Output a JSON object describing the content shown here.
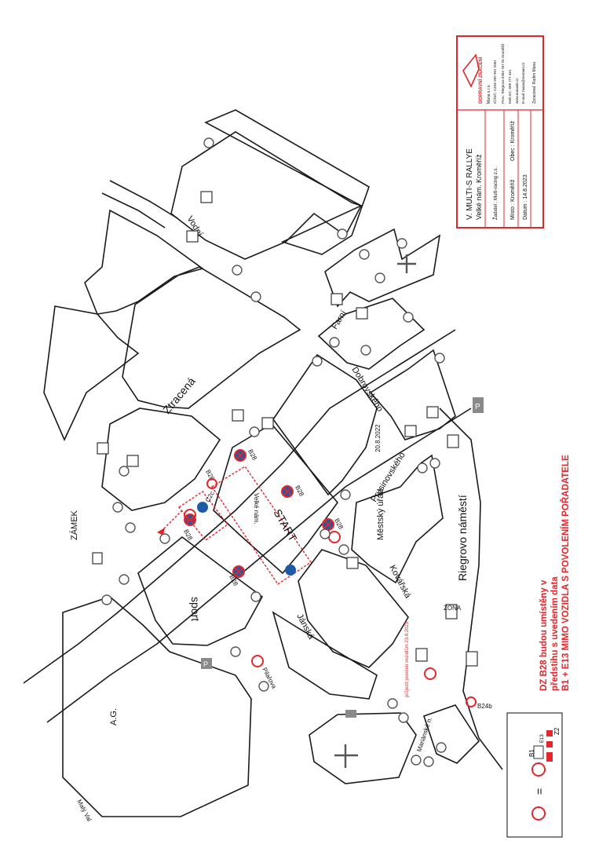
{
  "colors": {
    "line": "#1a1a1a",
    "accent_red": "#e3262b",
    "sign_blue": "#1f5aa6",
    "sign_gray": "#6b6b6b",
    "background": "#ffffff"
  },
  "streets": {
    "zamek": "ZÁMEK",
    "ztracena": "Ztracená",
    "vodni": "Vodní",
    "farni": "Farní",
    "dobrovskeho": "Dobrovského",
    "pruzinoveho": "Prusinovského",
    "riegrovo": "Riegrovo náměstí",
    "kovarska": "Kovářská",
    "janska": "Jánská",
    "pilarova": "Pilařova",
    "maly_val": "Malý Val",
    "mariansko": "Mariánské n.",
    "ag": "A.G.",
    "sport": "sport",
    "start": "START",
    "mestsky_urad": "Městský úřad",
    "velke_nam": "Velké nám."
  },
  "sign_codes": {
    "b28": "B28",
    "b28a": "B28",
    "b28b": "B28",
    "b28c": "B28",
    "b28d": "B28",
    "b28e": "B28",
    "b28f": "B28",
    "c2c": "C2c",
    "b24b": "B24b",
    "zona": "ZÓNA",
    "date": "20.8.2022"
  },
  "notice": {
    "line1": "DZ B28 budou umístěny v",
    "line2": "předstihu s uvedením data",
    "line3": "B1 + E13 MIMO VOZIDLA S POVOLENÍM POŘADATELE",
    "diversion": "průjezd povolen vozidlům 23.8.2023"
  },
  "titleblock": {
    "event": "V. MULTI-S RALLYE",
    "place": "Velké nám. Kroměříž",
    "zadatel": "Žadatel : Multi-racing z.s.",
    "misto": "Místo : Kroměříž",
    "obec": "Obec : Kroměříž",
    "datum": "Datum : 14.8.2023",
    "company": "DOPRAVNÍ ZNAČENÍ",
    "company_name": "Mana s.r.o.",
    "ico": "IČ/DIČ: CZ46 992 901 2001",
    "address": "Prov.: Riegrova 5364 767 01 Kroměříž",
    "phone": "Mob.tel.: 608 777 461",
    "web": "www.manadz.cz",
    "email": "E-mail: mana@seznam.cz",
    "zpracoval": "Zpracoval: Radim Mana"
  },
  "legend": {
    "b1": "B1",
    "e13": "E13",
    "z2": "Z2",
    "equals": "="
  }
}
